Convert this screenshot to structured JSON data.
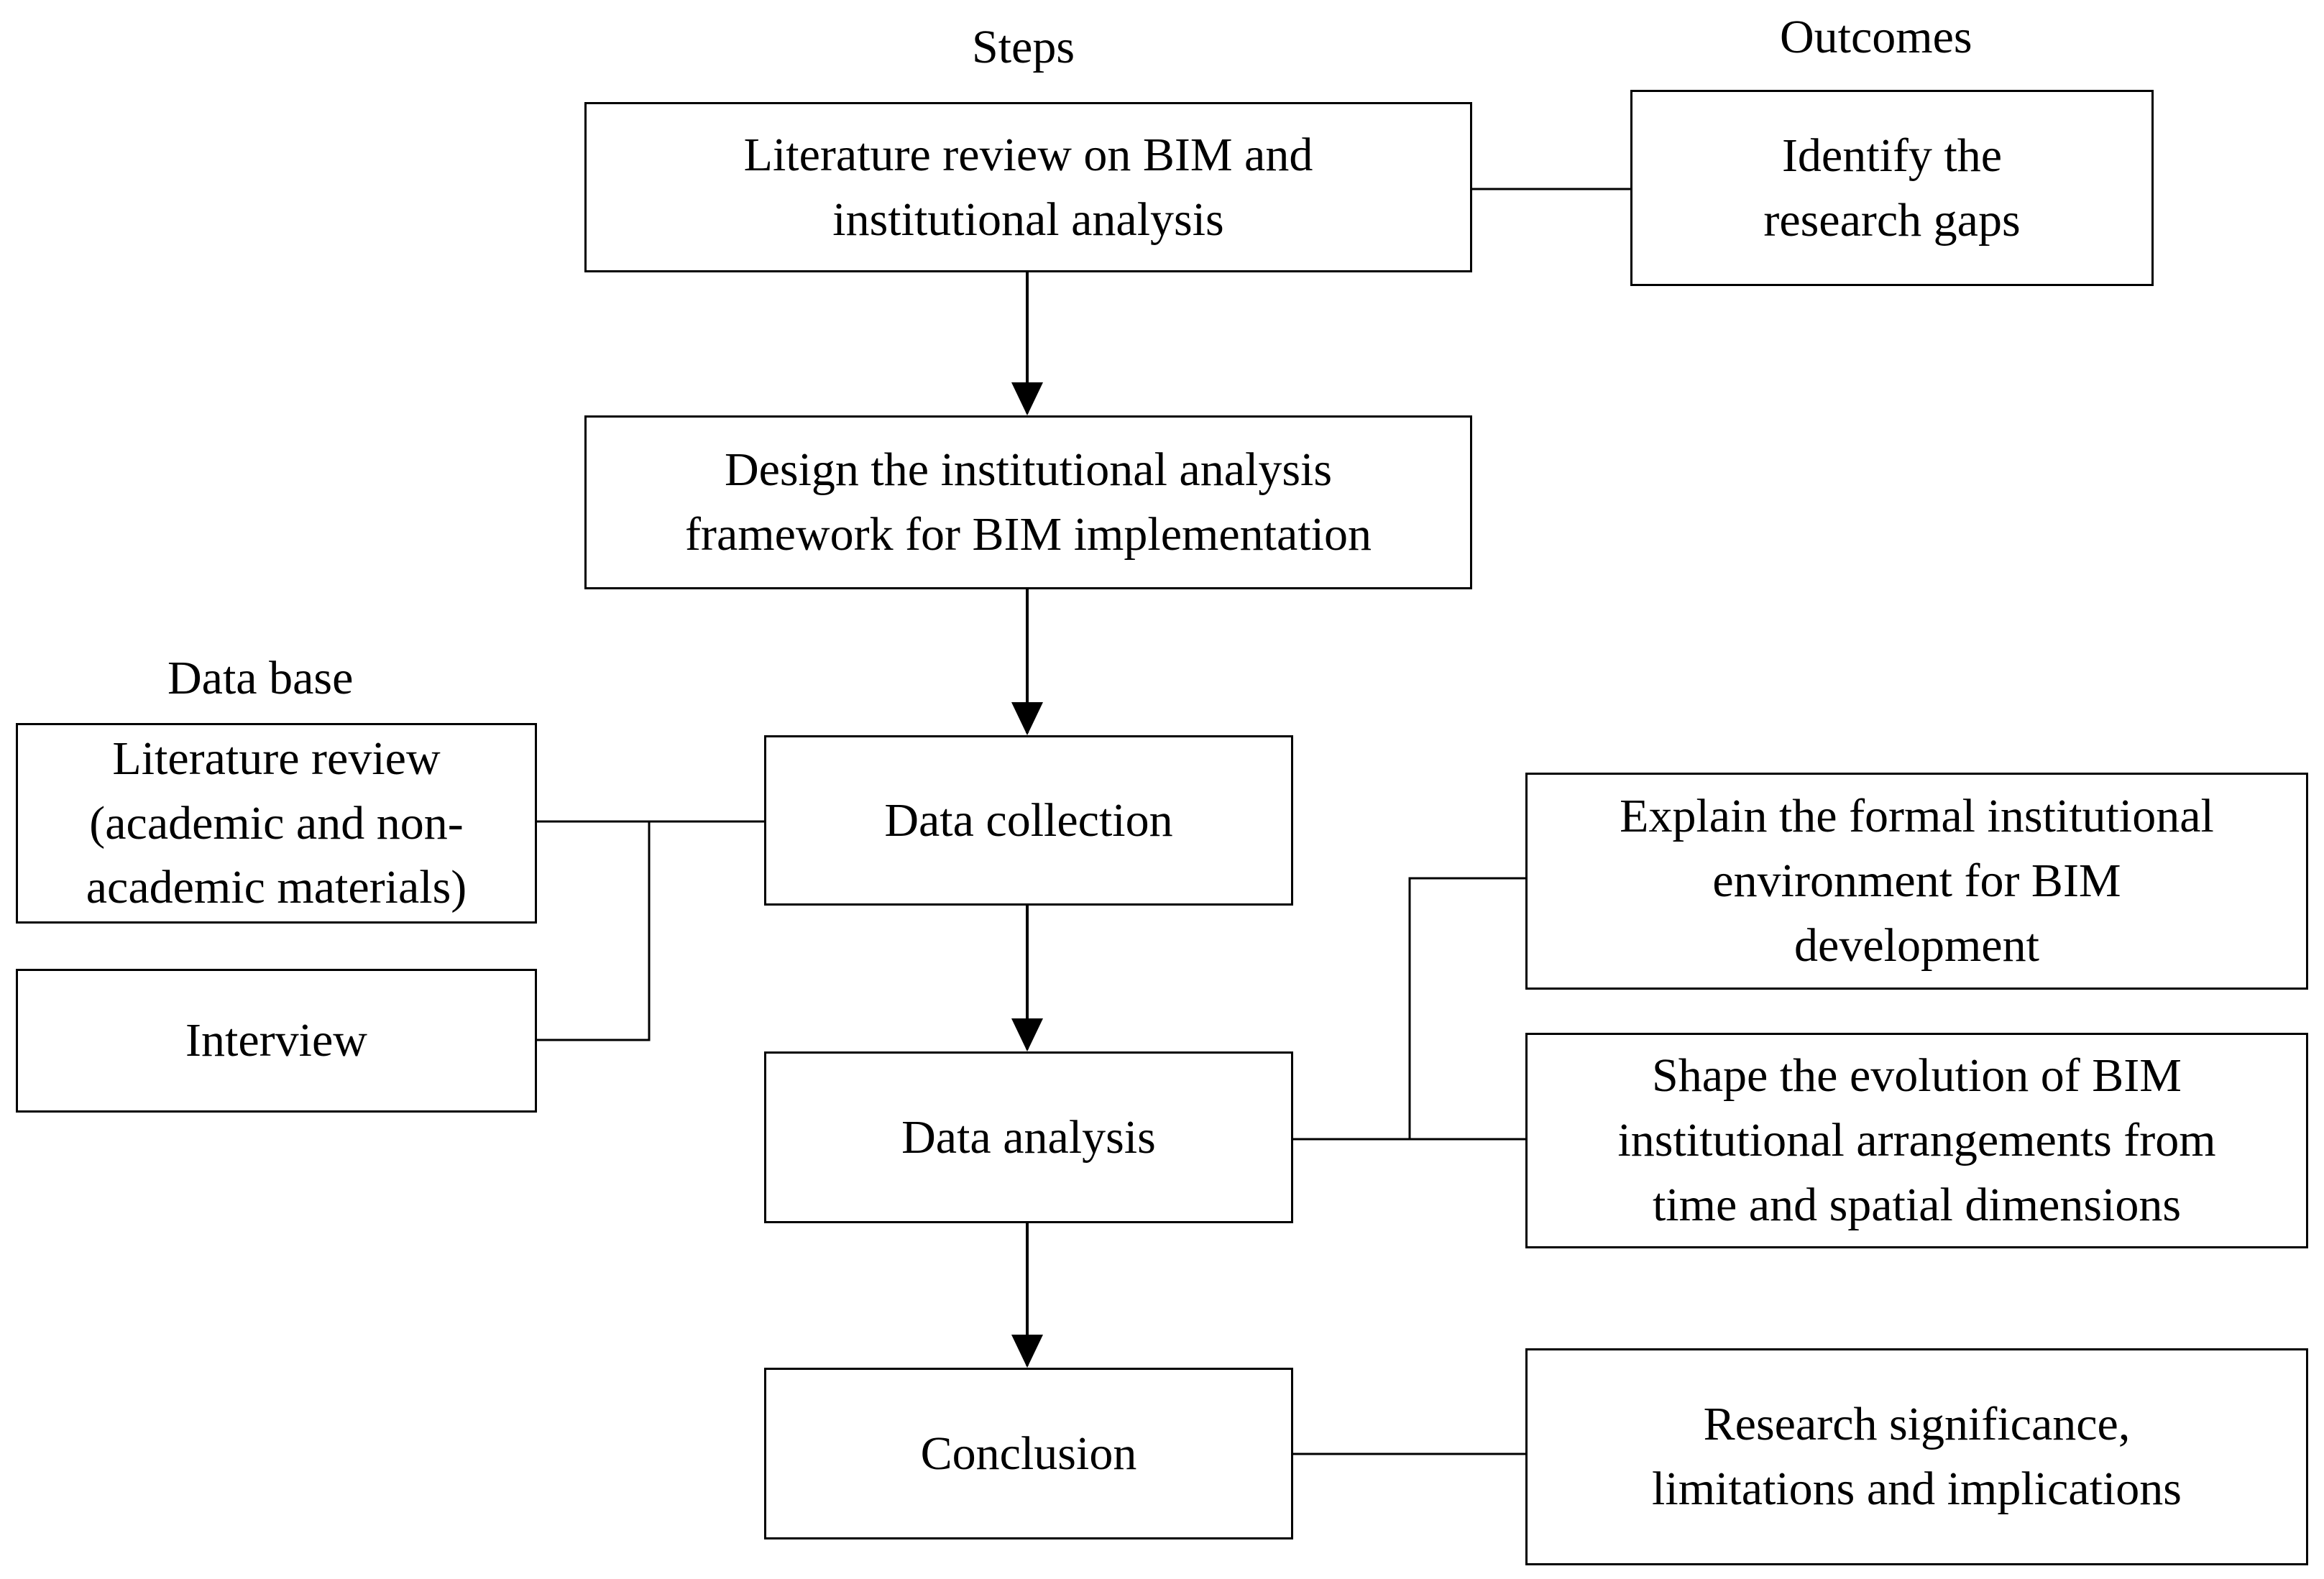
{
  "headings": {
    "steps": "Steps",
    "outcomes": "Outcomes",
    "data_base": "Data base"
  },
  "steps": {
    "literature_review": "Literature  review  on BIM and\ninstitutional  analysis",
    "design_framework": "Design  the institutional  analysis\nframework  for BIM implementation",
    "data_collection": "Data collection",
    "data_analysis": "Data analysis",
    "conclusion": "Conclusion"
  },
  "outcomes": {
    "research_gaps": "Identify the\nresearch gaps",
    "formal_environment": "Explain  the formal institutional\nenvironment  for BIM\ndevelopment",
    "evolution": "Shape the evolution  of BIM\ninstitutional  arrangements  from\ntime  and spatial dimensions",
    "significance": "Research significance,\nlimitations  and implications"
  },
  "data_base": {
    "literature": "Literature  review\n(academic and non-\nacademic materials)",
    "interview": "Interview"
  }
}
